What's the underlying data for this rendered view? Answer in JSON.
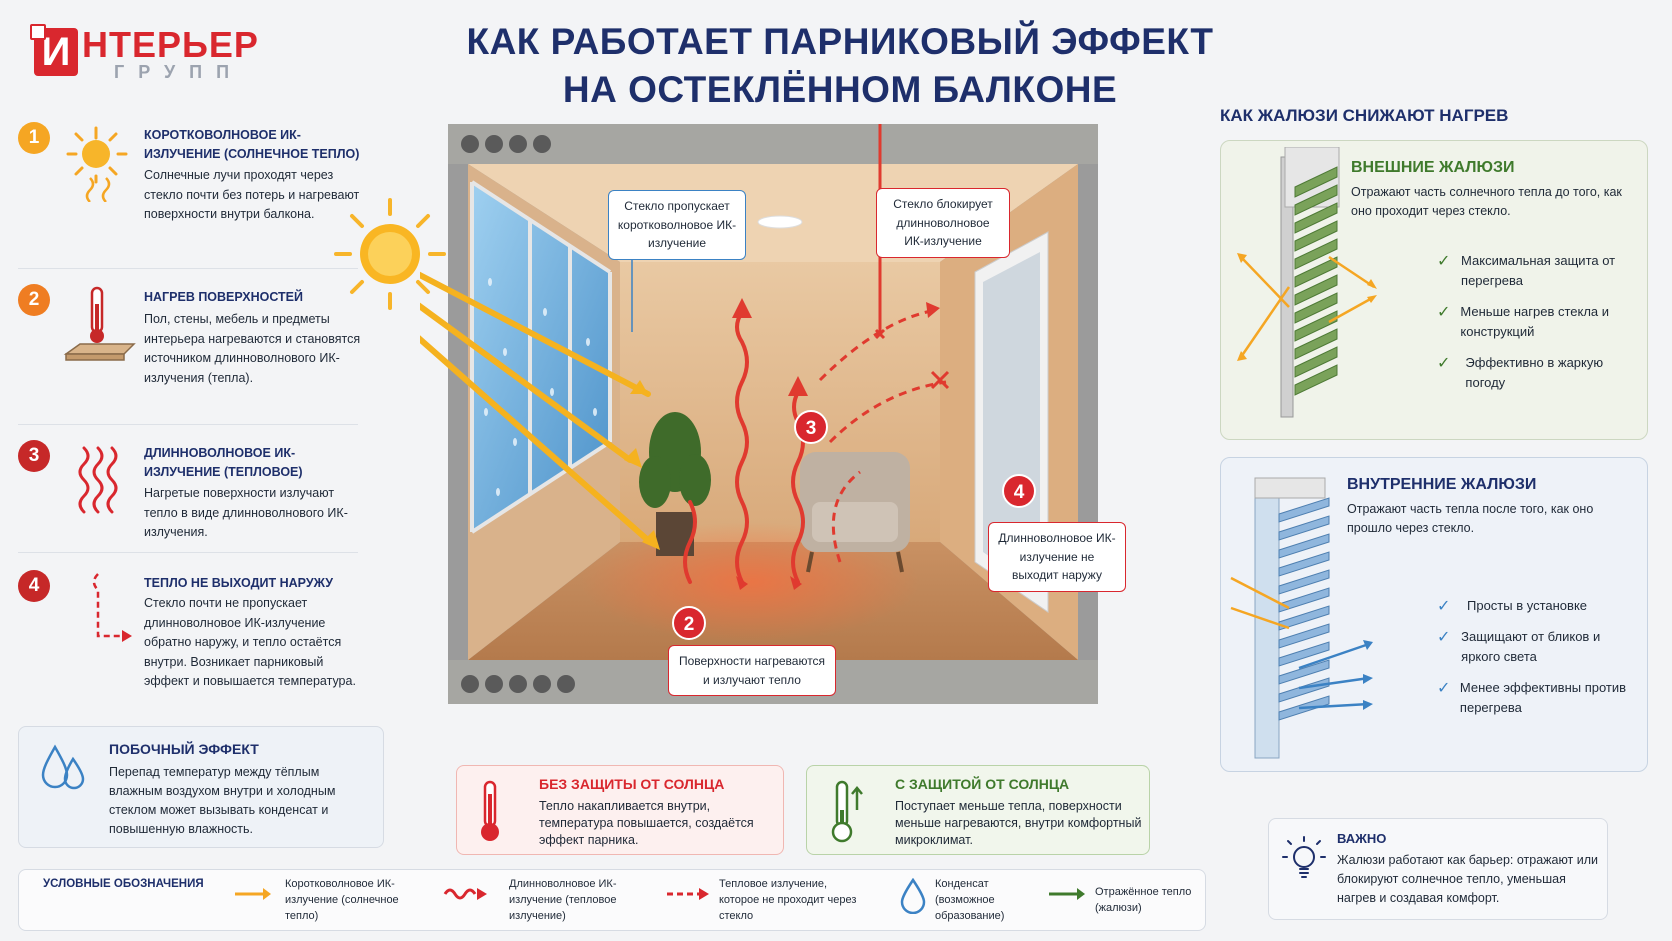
{
  "logo": {
    "letter": "И",
    "main": "НТЕРЬЕР",
    "sub": "ГРУПП"
  },
  "title": {
    "line1": "КАК РАБОТАЕТ ПАРНИКОВЫЙ ЭФФЕКТ",
    "line2": "НА ОСТЕКЛЁННОМ БАЛКОНЕ"
  },
  "steps": [
    {
      "num": "1",
      "color": "#f5a623",
      "title": "Коротковолновое ИК-излучение (солнечное тепло)",
      "text": "Солнечные лучи проходят через стекло почти без потерь и нагревают поверхности внутри балкона."
    },
    {
      "num": "2",
      "color": "#ef7d22",
      "title": "Нагрев поверхностей",
      "text": "Пол, стены, мебель и предметы интерьера нагреваются и становятся источником длинноволнового ИК-излучения (тепла)."
    },
    {
      "num": "3",
      "color": "#c62828",
      "title": "Длинноволновое ИК-излучение (тепловое)",
      "text": "Нагретые поверхности излучают тепло в виде длинноволнового ИК-излучения."
    },
    {
      "num": "4",
      "color": "#c62828",
      "title": "Тепло не выходит наружу",
      "text": "Стекло почти не пропускает длинноволновое ИК-излучение обратно наружу, и тепло остаётся внутри. Возникает парниковый эффект и повышается температура."
    }
  ],
  "side_effect": {
    "title": "ПОБОЧНЫЙ ЭФФЕКТ",
    "text": "Перепад температур между тёплым влажным воздухом внутри и холодным стеклом может вызывать конденсат и повышенную влажность."
  },
  "scene": {
    "callout_pass": "Стекло пропускает коротковолновое ИК-излучение",
    "callout_block": "Стекло блокирует длинноволновое ИК-излучение",
    "callout_surfaces": "Поверхности нагреваются и излучают тепло",
    "callout_noexit": "Длинноволновое ИК-излучение не выходит наружу",
    "markers": [
      "2",
      "3",
      "4"
    ]
  },
  "no_protection": {
    "title": "БЕЗ ЗАЩИТЫ ОТ СОЛНЦА",
    "text": "Тепло накапливается внутри, температура повышается, создаётся эффект парника."
  },
  "with_protection": {
    "title": "С ЗАЩИТОЙ ОТ СОЛНЦА",
    "text": "Поступает меньше тепла, поверхности меньше нагреваются, внутри комфортный микроклимат."
  },
  "blinds": {
    "heading": "КАК ЖАЛЮЗИ СНИЖАЮТ НАГРЕВ",
    "external": {
      "title": "ВНЕШНИЕ ЖАЛЮЗИ",
      "text": "Отражают часть солнечного тепла до того, как оно проходит через стекло.",
      "points": [
        "Максимальная защита от перегрева",
        "Меньше нагрев стекла и конструкций",
        "Эффективно в жаркую погоду"
      ]
    },
    "internal": {
      "title": "ВНУТРЕННИЕ ЖАЛЮЗИ",
      "text": "Отражают часть тепла после того, как оно прошло через стекло.",
      "points": [
        "Просты в установке",
        "Защищают от бликов и яркого света",
        "Менее эффективны против перегрева"
      ]
    }
  },
  "important": {
    "title": "ВАЖНО",
    "text": "Жалюзи работают как барьер: отражают или блокируют солнечное тепло, уменьшая нагрев и создавая комфорт."
  },
  "legend": {
    "title": "УСЛОВНЫЕ ОБОЗНАЧЕНИЯ",
    "items": [
      "Коротковолновое ИК-излучение (солнечное тепло)",
      "Длинноволновое ИК-излучение (тепловое излучение)",
      "Тепловое излучение, которое не проходит через стекло",
      "Конденсат (возможное образование)",
      "Отражённое тепло (жалюзи)"
    ]
  },
  "colors": {
    "navy": "#1e2f6b",
    "red": "#d9272e",
    "orange": "#ef7d22",
    "yellow": "#f5a623",
    "green": "#3f7a2c",
    "blue": "#3b82c4"
  }
}
